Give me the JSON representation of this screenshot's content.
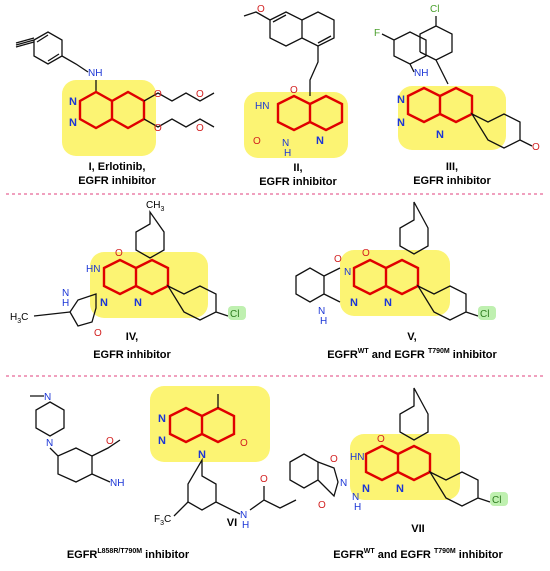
{
  "colors": {
    "highlight": "#fbf25a",
    "core_bond": "#e00000",
    "divider": "#e0417e",
    "nitrogen": "#1a35d6",
    "oxygen": "#d21f1f",
    "fluorine": "#4aa02c",
    "chlorine_badge": "#bff0b0"
  },
  "atoms": {
    "N": "N",
    "NH": "NH",
    "HN": "HN",
    "H": "H",
    "O": "O",
    "F": "F",
    "Cl": "Cl",
    "CH3": "CH",
    "sub3": "3",
    "H3C": "H",
    "C": "C",
    "F3C": "F",
    "sub3b": "3",
    "Cb": "C"
  },
  "compounds": {
    "I": {
      "line1": "I, Erlotinib,",
      "line2": "EGFR inhibitor"
    },
    "II": {
      "line1": "II,",
      "line2": "EGFR inhibitor"
    },
    "III": {
      "line1": "III,",
      "line2": "EGFR inhibitor"
    },
    "IV": {
      "line1": "IV,",
      "line2": "EGFR inhibitor"
    },
    "V": {
      "line1": "V,",
      "pre": "EGFR",
      "sup1": "WT",
      "mid": " and EGFR ",
      "sup2": "T790M",
      "post": " inhibitor"
    },
    "VI": {
      "line1": "VI",
      "pre": "EGFR",
      "sup1": "L858R/T790M",
      "post": " inhibitor"
    },
    "VII": {
      "line1": "VII",
      "pre": "EGFR",
      "sup1": "WT",
      "mid": " and EGFR ",
      "sup2": "T790M",
      "post": " inhibitor"
    }
  }
}
